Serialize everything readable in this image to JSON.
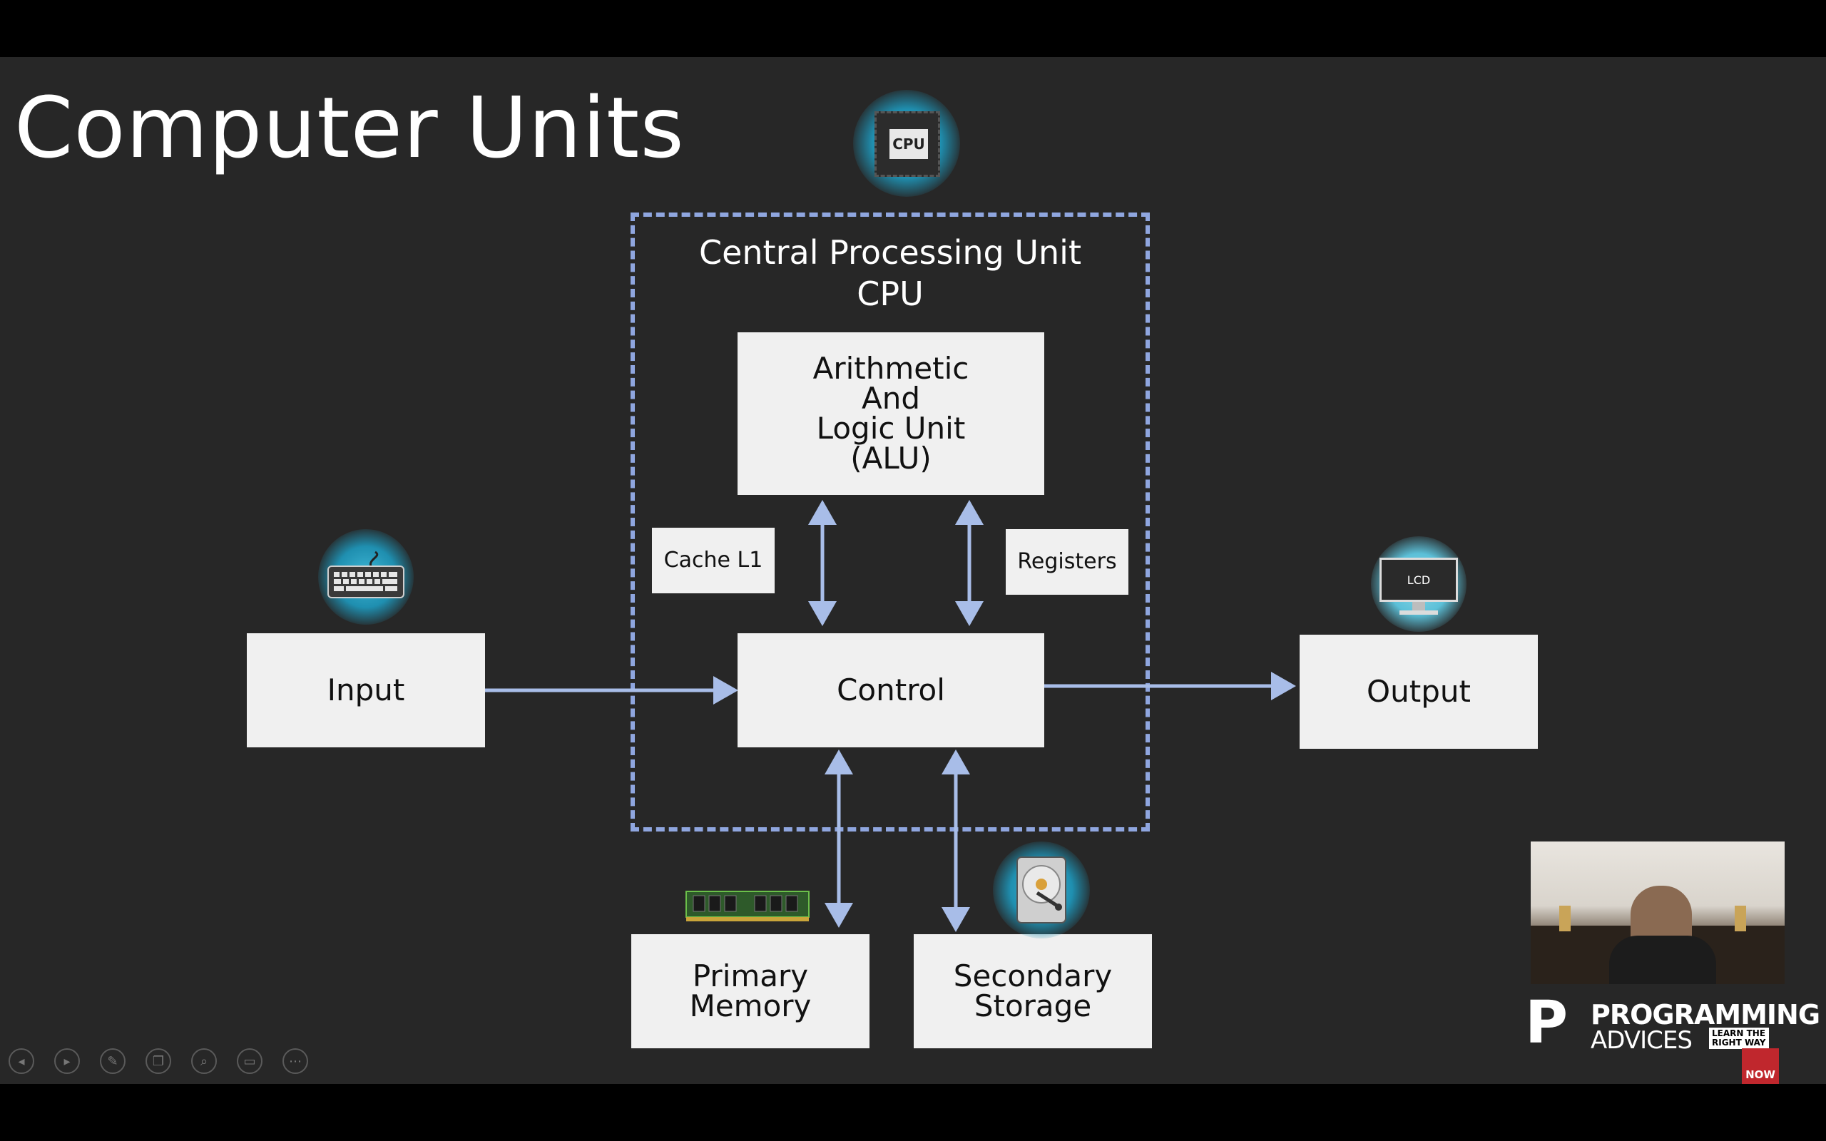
{
  "slide": {
    "title": "Computer Units",
    "cpu_frame_title": "Central Processing Unit\nCPU",
    "units": {
      "alu": "Arithmetic\nAnd\nLogic Unit\n(ALU)",
      "cache": "Cache L1",
      "registers": "Registers",
      "control": "Control",
      "input": "Input",
      "output": "Output",
      "primary_memory": "Primary\nMemory",
      "secondary_storage": "Secondary\nStorage"
    },
    "icons": {
      "cpu_chip_label": "CPU",
      "monitor_label": "LCD"
    }
  },
  "colors": {
    "background": "#272727",
    "box_fill": "#f0f0f0",
    "arrow": "#a8bde8",
    "frame_dash": "#8fa6df",
    "icon_glow": "#3fb7d6"
  },
  "presenter_toolbar": [
    "previous-icon",
    "next-icon",
    "pen-icon",
    "slides-icon",
    "zoom-icon",
    "subtitles-icon",
    "more-icon"
  ],
  "branding": {
    "line1": "PROGRAMMING",
    "line2": "ADVICES",
    "tagline": "LEARN THE\nRIGHT WAY",
    "subscribe": "NOW"
  }
}
